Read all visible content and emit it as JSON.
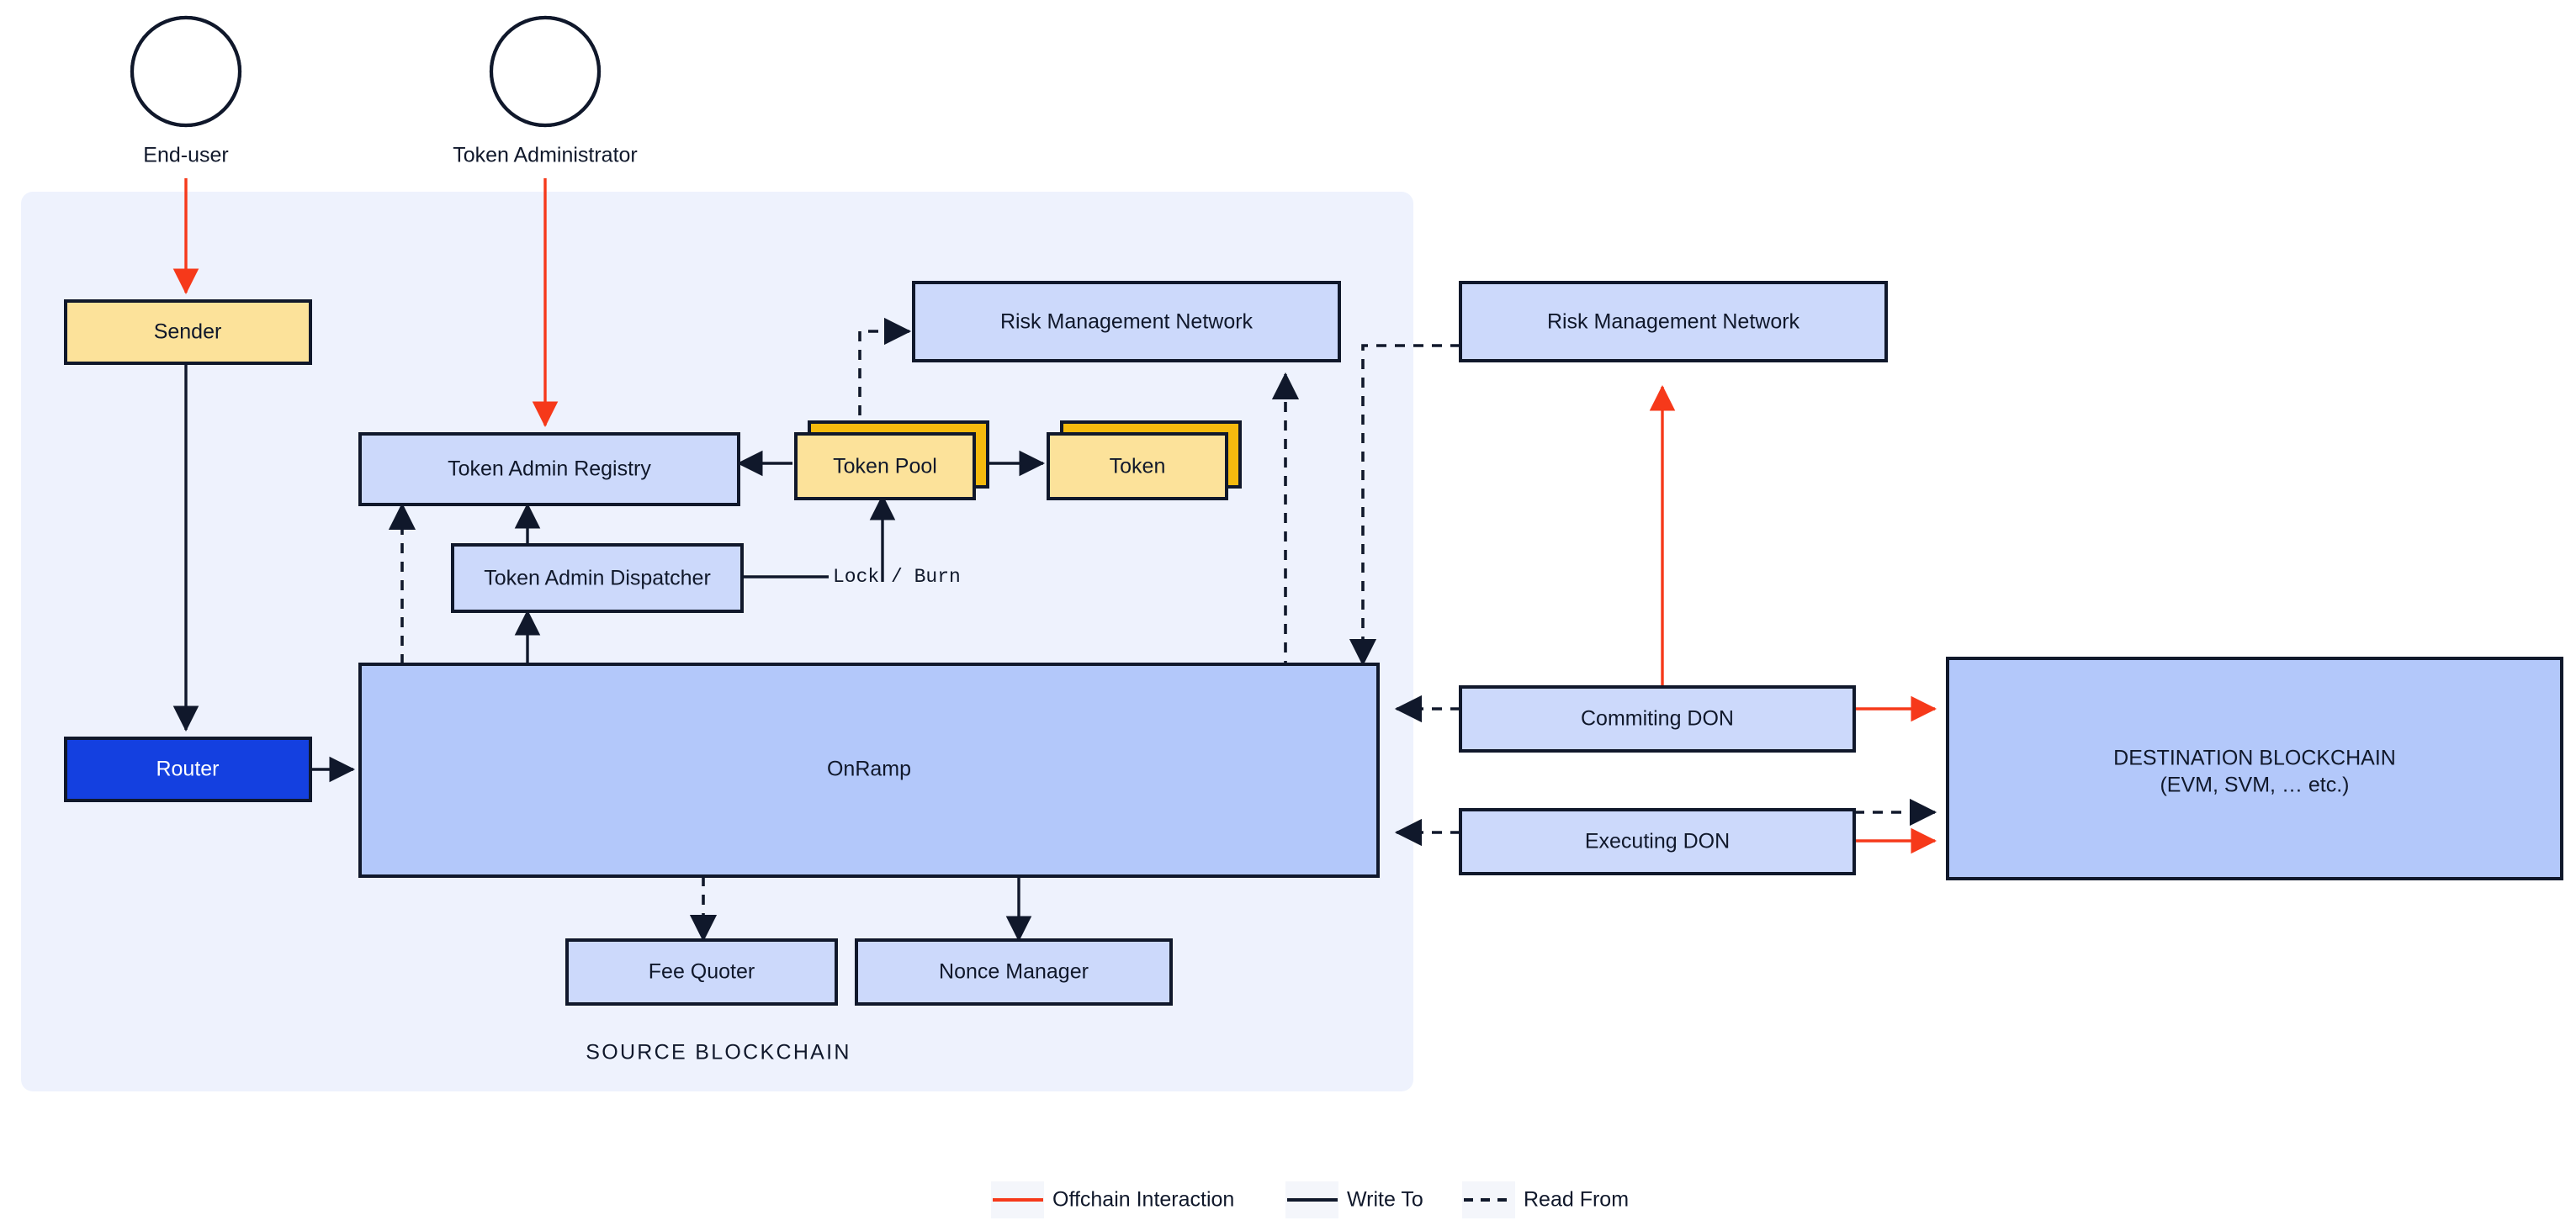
{
  "diagram": {
    "title_zone_source": "SOURCE BLOCKCHAIN",
    "colors": {
      "zone_fill": "#eef2fd",
      "box_blue_light": "#ccd9fb",
      "box_blue_mid": "#b3c8fa",
      "box_amber": "#fce29a",
      "box_amber_back": "#f5ba0e",
      "box_router": "#1440e0",
      "stroke_dark": "#10182b",
      "offchain_red": "#f6391a",
      "legend_swatch_bg": "#f4f6fb"
    }
  },
  "actors": [
    {
      "id": "end-user",
      "label": "End-user",
      "body_color": "#f5b40e"
    },
    {
      "id": "token-administrator",
      "label": "Token Administrator",
      "body_color": "#717e93"
    }
  ],
  "source_blockchain": {
    "label": "SOURCE BLOCKCHAIN",
    "nodes": [
      {
        "id": "sender",
        "label": "Sender",
        "fill": "#fce29a",
        "text": "#10182b"
      },
      {
        "id": "router",
        "label": "Router",
        "fill": "#1440e0",
        "text": "#ffffff"
      },
      {
        "id": "token-admin-registry",
        "label": "Token Admin Registry",
        "fill": "#ccd9fb",
        "text": "#10182b"
      },
      {
        "id": "token-admin-dispatcher",
        "label": "Token Admin Dispatcher",
        "fill": "#ccd9fb",
        "text": "#10182b"
      },
      {
        "id": "token-pool",
        "label": "Token Pool",
        "fill": "#fce29a",
        "text": "#10182b",
        "stacked": true
      },
      {
        "id": "token",
        "label": "Token",
        "fill": "#fce29a",
        "text": "#10182b",
        "stacked": true
      },
      {
        "id": "risk-management-network-source",
        "label": "Risk Management Network",
        "fill": "#ccd9fb",
        "text": "#10182b"
      },
      {
        "id": "onramp",
        "label": "OnRamp",
        "fill": "#b3c8fa",
        "text": "#10182b"
      },
      {
        "id": "fee-quoter",
        "label": "Fee Quoter",
        "fill": "#ccd9fb",
        "text": "#10182b"
      },
      {
        "id": "nonce-manager",
        "label": "Nonce Manager",
        "fill": "#ccd9fb",
        "text": "#10182b"
      }
    ],
    "annotations": [
      {
        "id": "lock-burn",
        "label": "Lock / Burn"
      }
    ]
  },
  "offchain": {
    "nodes": [
      {
        "id": "risk-management-network-offchain",
        "label": "Risk Management Network",
        "fill": "#ccd9fb",
        "text": "#10182b"
      },
      {
        "id": "commiting-don",
        "label": "Commiting DON",
        "fill": "#ccd9fb",
        "text": "#10182b"
      },
      {
        "id": "executing-don",
        "label": "Executing DON",
        "fill": "#ccd9fb",
        "text": "#10182b"
      }
    ]
  },
  "destination_blockchain": {
    "id": "destination-blockchain",
    "line1": "DESTINATION BLOCKCHAIN",
    "line2": "(EVM, SVM, … etc.)",
    "fill": "#b3c8fa",
    "text": "#10182b"
  },
  "legend": {
    "items": [
      {
        "id": "offchain-interaction",
        "label": "Offchain Interaction",
        "style": "solid",
        "color": "#f6391a"
      },
      {
        "id": "write-to",
        "label": "Write To",
        "style": "solid",
        "color": "#10182b"
      },
      {
        "id": "read-from",
        "label": "Read From",
        "style": "dashed",
        "color": "#10182b"
      }
    ]
  }
}
